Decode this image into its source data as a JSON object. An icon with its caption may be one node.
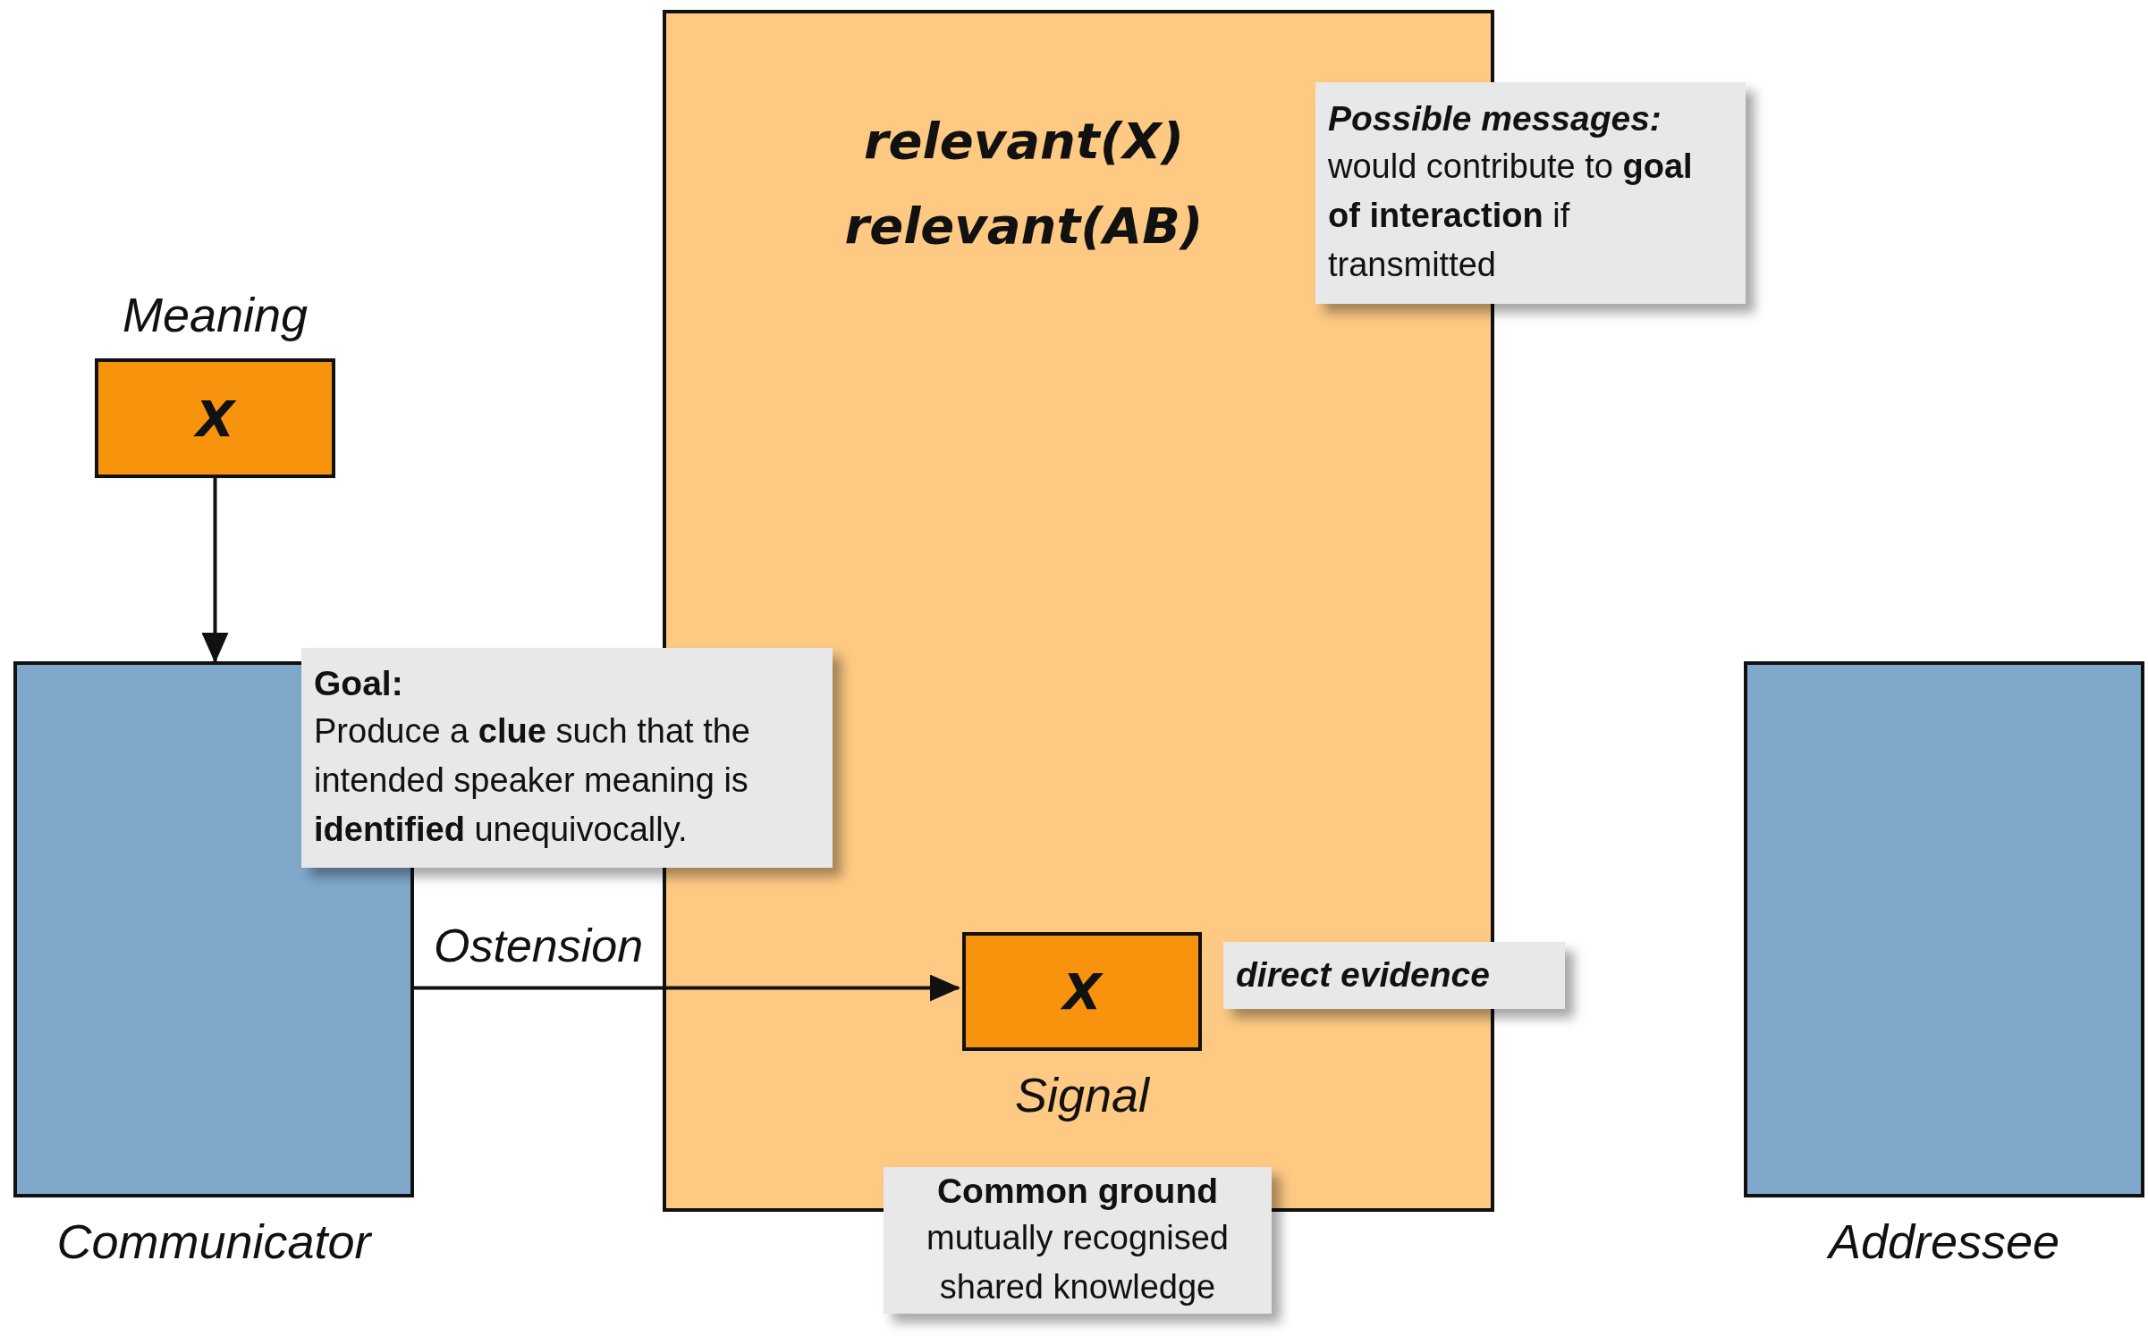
{
  "diagram": {
    "nodes": [
      {
        "text": [
          "X"
        ],
        "beside": [
          "Meaning"
        ]
      },
      {
        "text": [],
        "shape": "box",
        "beside": [
          "Communicator"
        ]
      },
      {
        "text": [
          "Goal:",
          "Produce a **clue** such that the intended speaker meaning is **identified** unequivocally."
        ]
      },
      {
        "text": [
          "relevant(X)",
          "relevant(AB)"
        ]
      },
      {
        "text": [
          "Possible messages:",
          "would contribute to **goal of interaction** if transmitted"
        ]
      },
      {
        "text": [
          "X"
        ],
        "in": 3,
        "beside": [
          "Signal"
        ]
      },
      {
        "text": [
          "direct evidence"
        ]
      },
      {
        "text": [
          "Common ground",
          "mutually recognised shared knowledge"
        ]
      },
      {
        "text": [],
        "shape": "box",
        "beside": [
          "Addressee"
        ]
      }
    ],
    "edges": [
      {
        "from": 0,
        "to": 1,
        "arrow": "to"
      },
      {
        "from": 1,
        "to": 5,
        "arrow": "to",
        "label": "Ostension"
      }
    ]
  }
}
